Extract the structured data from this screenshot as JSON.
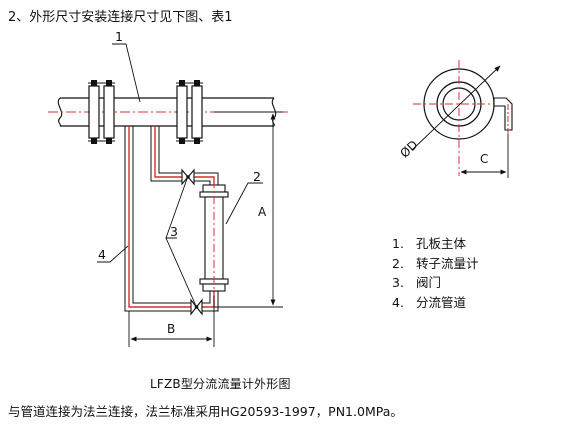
{
  "heading": "2、外形尺寸安装连接尺寸见下图、表1",
  "caption": "LFZB型分流流量计外形图",
  "note": "与管道连接为法兰连接，法兰标准采用HG20593-1997，PN1.0MPa。",
  "callouts": {
    "c1": "1",
    "c2": "2",
    "c3": "3",
    "c4": "4"
  },
  "dimensions": {
    "a": "A",
    "b": "B",
    "c": "C",
    "d": "ØD"
  },
  "legend": [
    {
      "num": "1.",
      "text": "孔板主体"
    },
    {
      "num": "2.",
      "text": "转子流量计"
    },
    {
      "num": "3.",
      "text": "阀门"
    },
    {
      "num": "4.",
      "text": "分流管道"
    }
  ],
  "colors": {
    "pipe_line": "#d43030",
    "ink": "#111111",
    "centerline": "#d43030"
  }
}
